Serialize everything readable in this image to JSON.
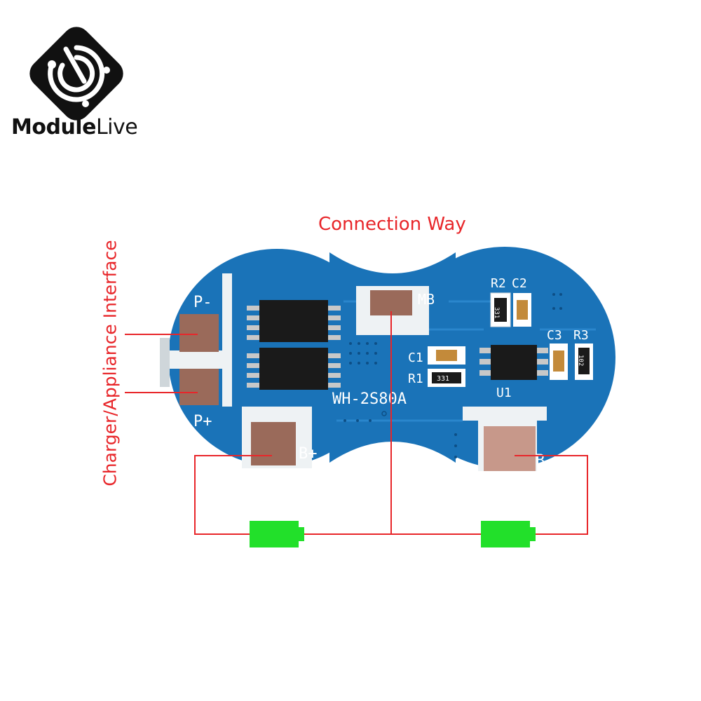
{
  "brand": {
    "name_bold": "Module",
    "name_light": "Live"
  },
  "title": "Connection Way",
  "side_label": "Charger/Appliance Interface",
  "pcb": {
    "model": "WH-2S80A",
    "pads": {
      "p_minus": "P-",
      "p_plus": "P+",
      "b_plus": "B+",
      "b_minus": "B-",
      "mb": "MB"
    },
    "components": {
      "r2": "R2",
      "c2": "C2",
      "c3": "C3",
      "r3": "R3",
      "c1": "C1",
      "r1": "R1",
      "u1": "U1"
    },
    "resistor_codes": {
      "r2": "331",
      "r1": "331",
      "r3": "102"
    }
  },
  "colors": {
    "accent": "#e8262a",
    "pcb": "#1a73b8",
    "battery": "#22e02a",
    "copper": "#9a6a5a"
  }
}
